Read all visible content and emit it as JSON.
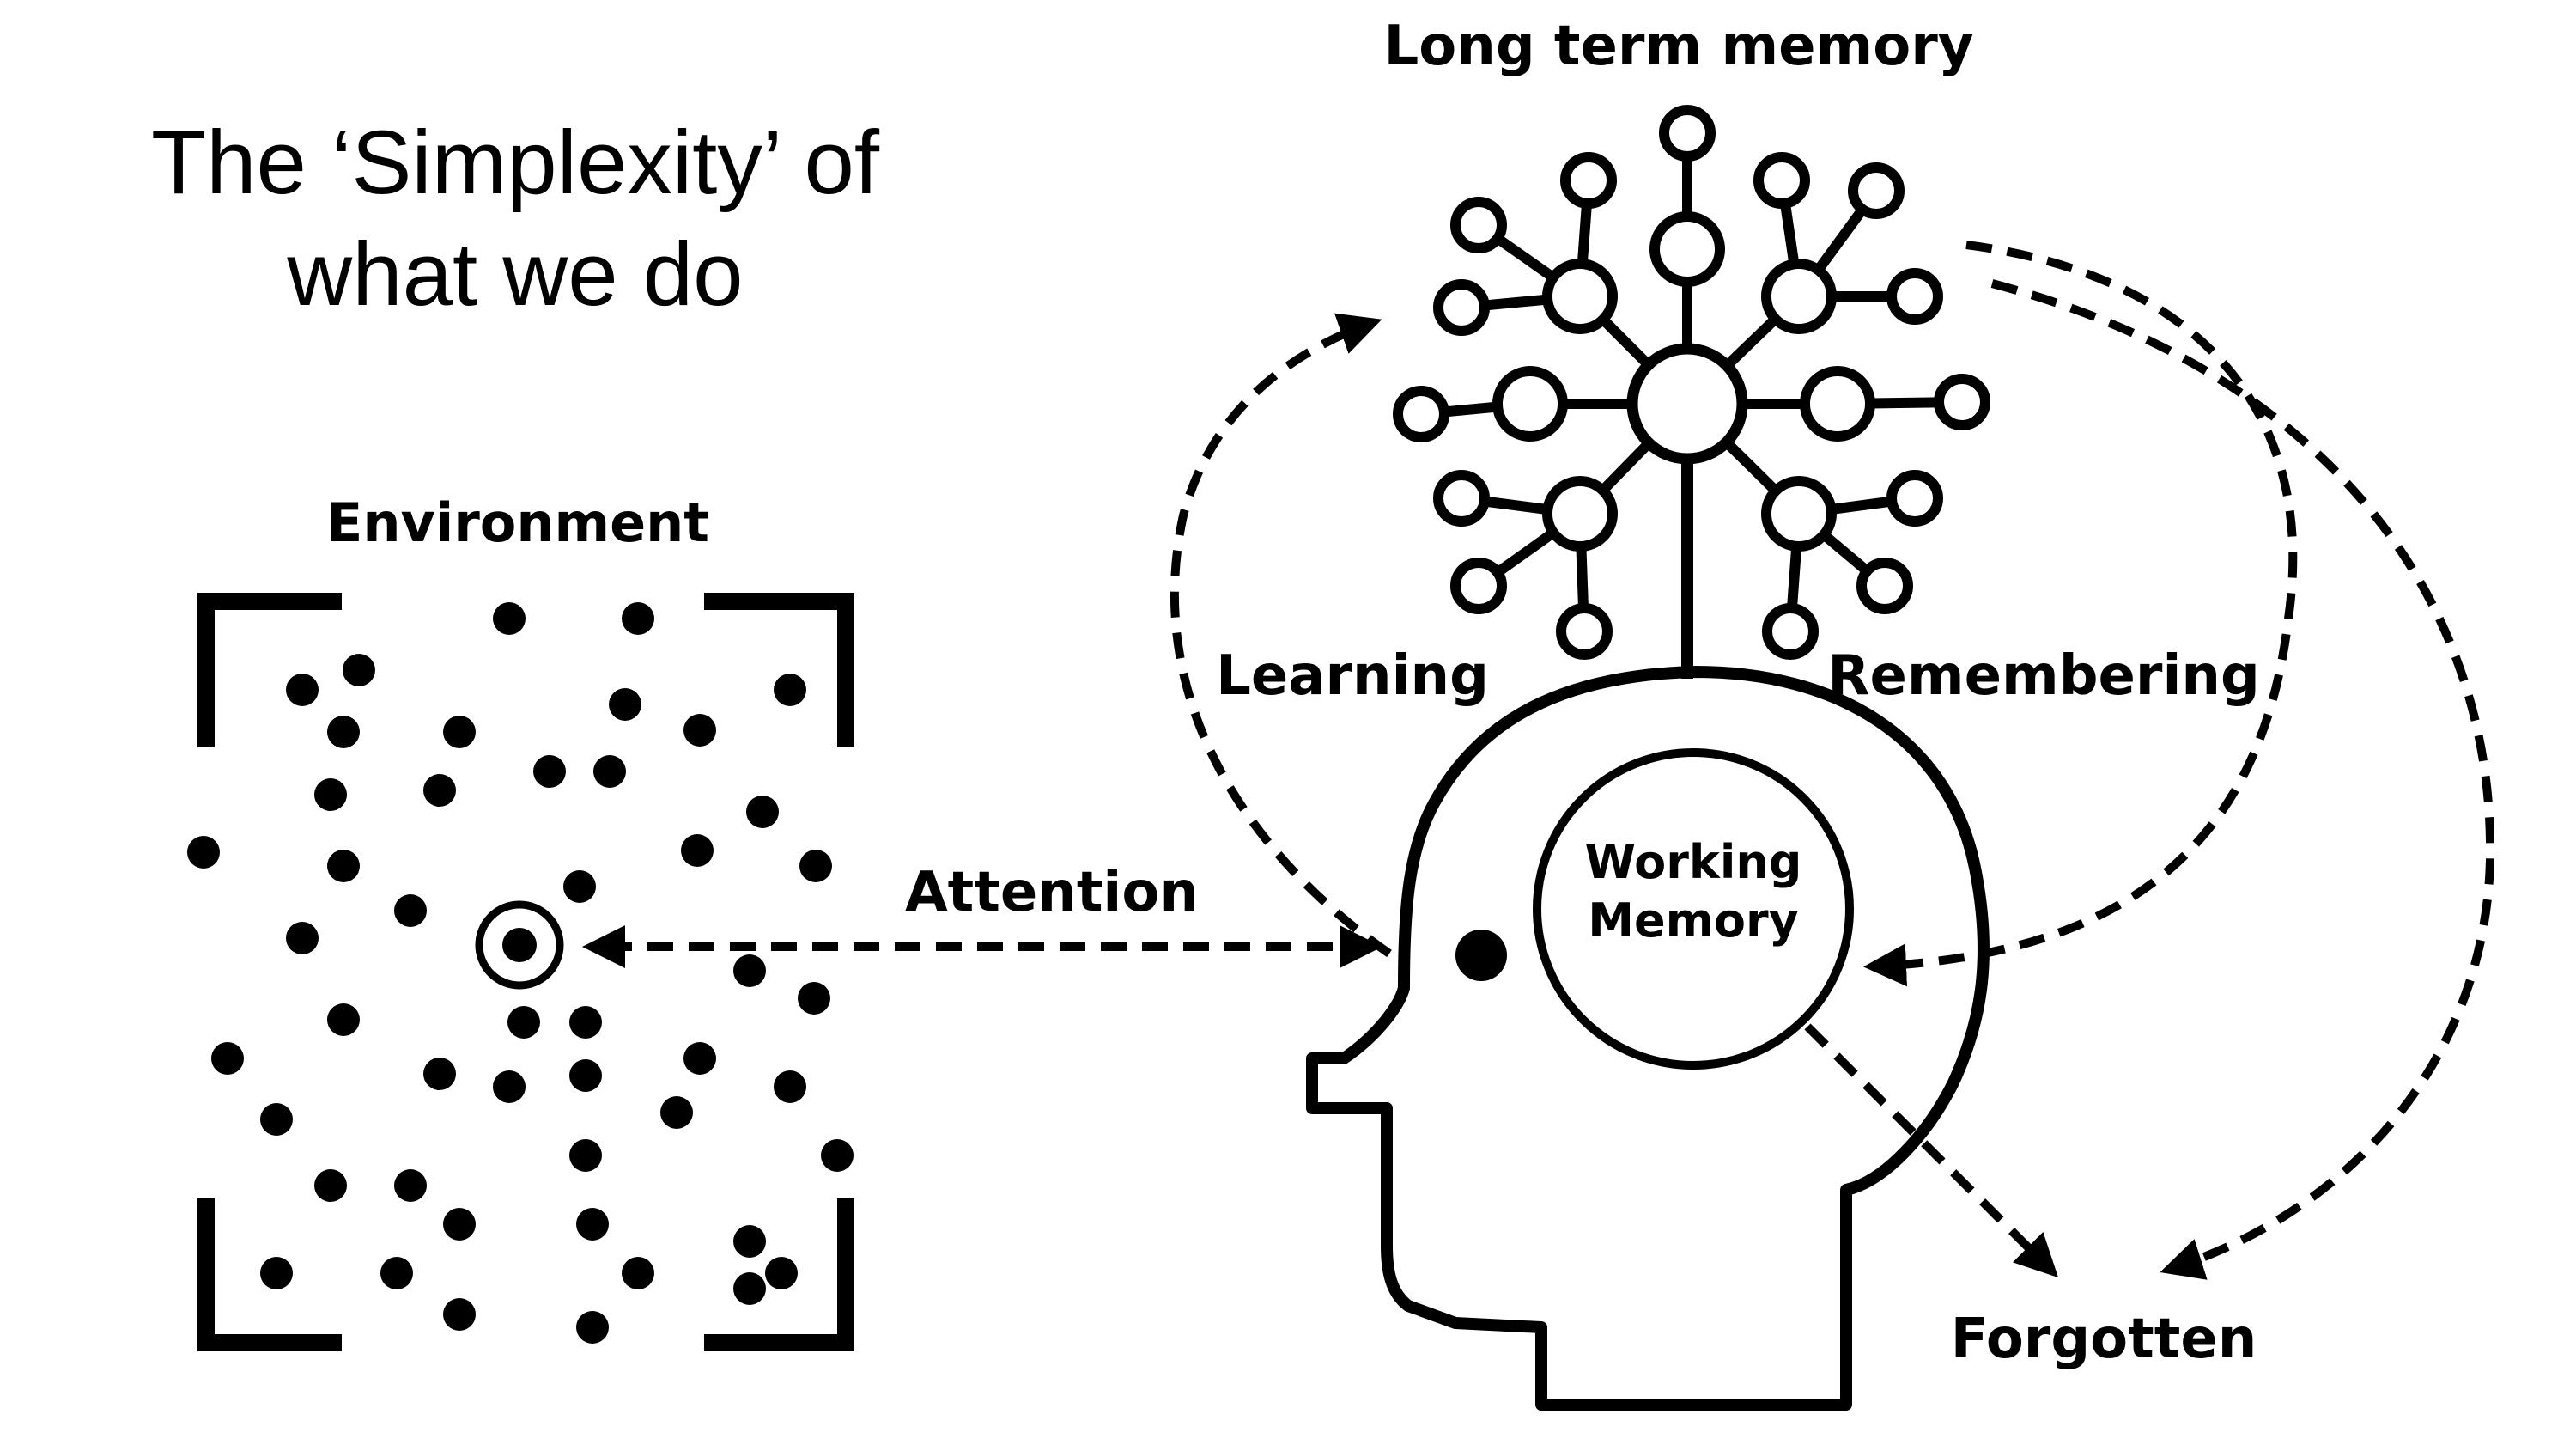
{
  "title": {
    "line1": "The ‘Simplexity’ of",
    "line2": "what we do"
  },
  "labels": {
    "long_term_memory": "Long term memory",
    "environment": "Environment",
    "attention": "Attention",
    "learning": "Learning",
    "remembering": "Remembering",
    "working_memory_line1": "Working",
    "working_memory_line2": "Memory",
    "forgotten": "Forgotten"
  },
  "colors": {
    "ink": "#000000",
    "background": "#ffffff"
  }
}
